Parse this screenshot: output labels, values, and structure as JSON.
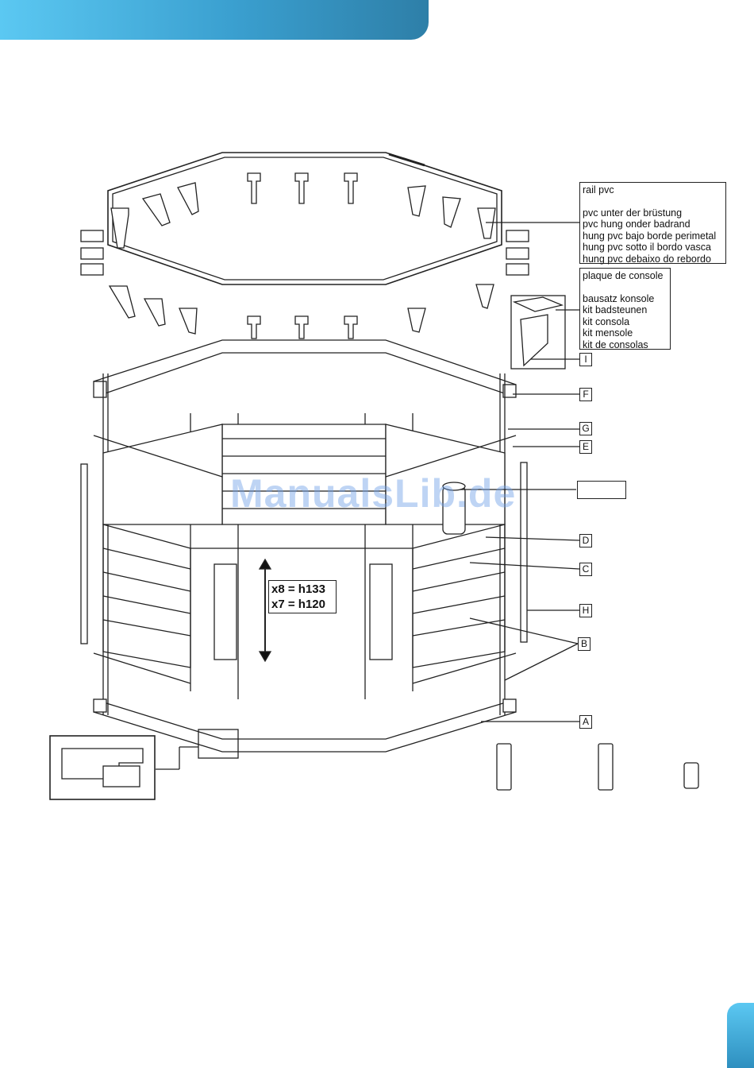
{
  "header": {
    "accent_color": "#3a9fcf"
  },
  "diagram": {
    "rail_label": [
      "rail pvc",
      "",
      "pvc unter der brüstung",
      "pvc hung onder badrand",
      "hung pvc bajo borde perimetal",
      "hung pvc sotto il bordo vasca",
      "hung pvc debaixo do rebordo"
    ],
    "console_label": [
      "plaque de console",
      "",
      "bausatz konsole",
      "kit badsteunen",
      "kit consola",
      "kit mensole",
      "kit de consolas"
    ],
    "callouts": {
      "F": "F",
      "G": "G",
      "E": "E",
      "D": "D",
      "C": "C",
      "H": "H",
      "B": "B",
      "A": "A",
      "I": "I"
    },
    "height_lines": [
      "x8 = h133",
      "x7 = h120"
    ],
    "watermark": "ManualsLib.de"
  },
  "page_tab": {
    "accent_color": "#3a9fcf"
  }
}
